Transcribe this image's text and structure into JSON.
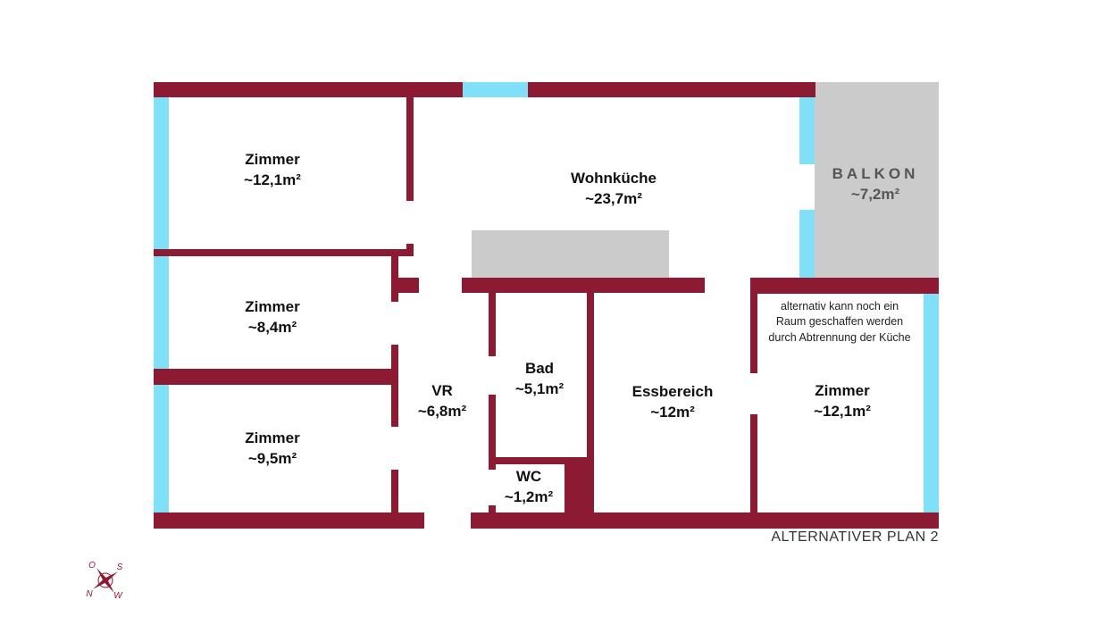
{
  "colors": {
    "wall": "#8c1a33",
    "window": "#80e0f7",
    "balcony": "#cbcbcb",
    "counter": "#cbcbcb",
    "background": "#ffffff"
  },
  "rooms": {
    "zimmer_top_left": {
      "name": "Zimmer",
      "area": "~12,1m²"
    },
    "zimmer_mid_left": {
      "name": "Zimmer",
      "area": "~8,4m²"
    },
    "zimmer_bottom_left": {
      "name": "Zimmer",
      "area": "~9,5m²"
    },
    "wohnkueche": {
      "name": "Wohnküche",
      "area": "~23,7m²"
    },
    "balkon": {
      "name": "BALKON",
      "area": "~7,2m²"
    },
    "vr": {
      "name": "VR",
      "area": "~6,8m²"
    },
    "bad": {
      "name": "Bad",
      "area": "~5,1m²"
    },
    "wc": {
      "name": "WC",
      "area": "~1,2m²"
    },
    "essbereich": {
      "name": "Essbereich",
      "area": "~12m²"
    },
    "zimmer_right": {
      "name": "Zimmer",
      "area": "~12,1m²"
    }
  },
  "note": {
    "line1": "alternativ kann noch ein",
    "line2": "Raum geschaffen werden",
    "line3": "durch Abtrennung der Küche"
  },
  "plan_label": "ALTERNATIVER PLAN 2",
  "compass": {
    "icon": "compass-rose-icon",
    "top": "O",
    "right": "S",
    "bottom": "W",
    "left": "N"
  }
}
